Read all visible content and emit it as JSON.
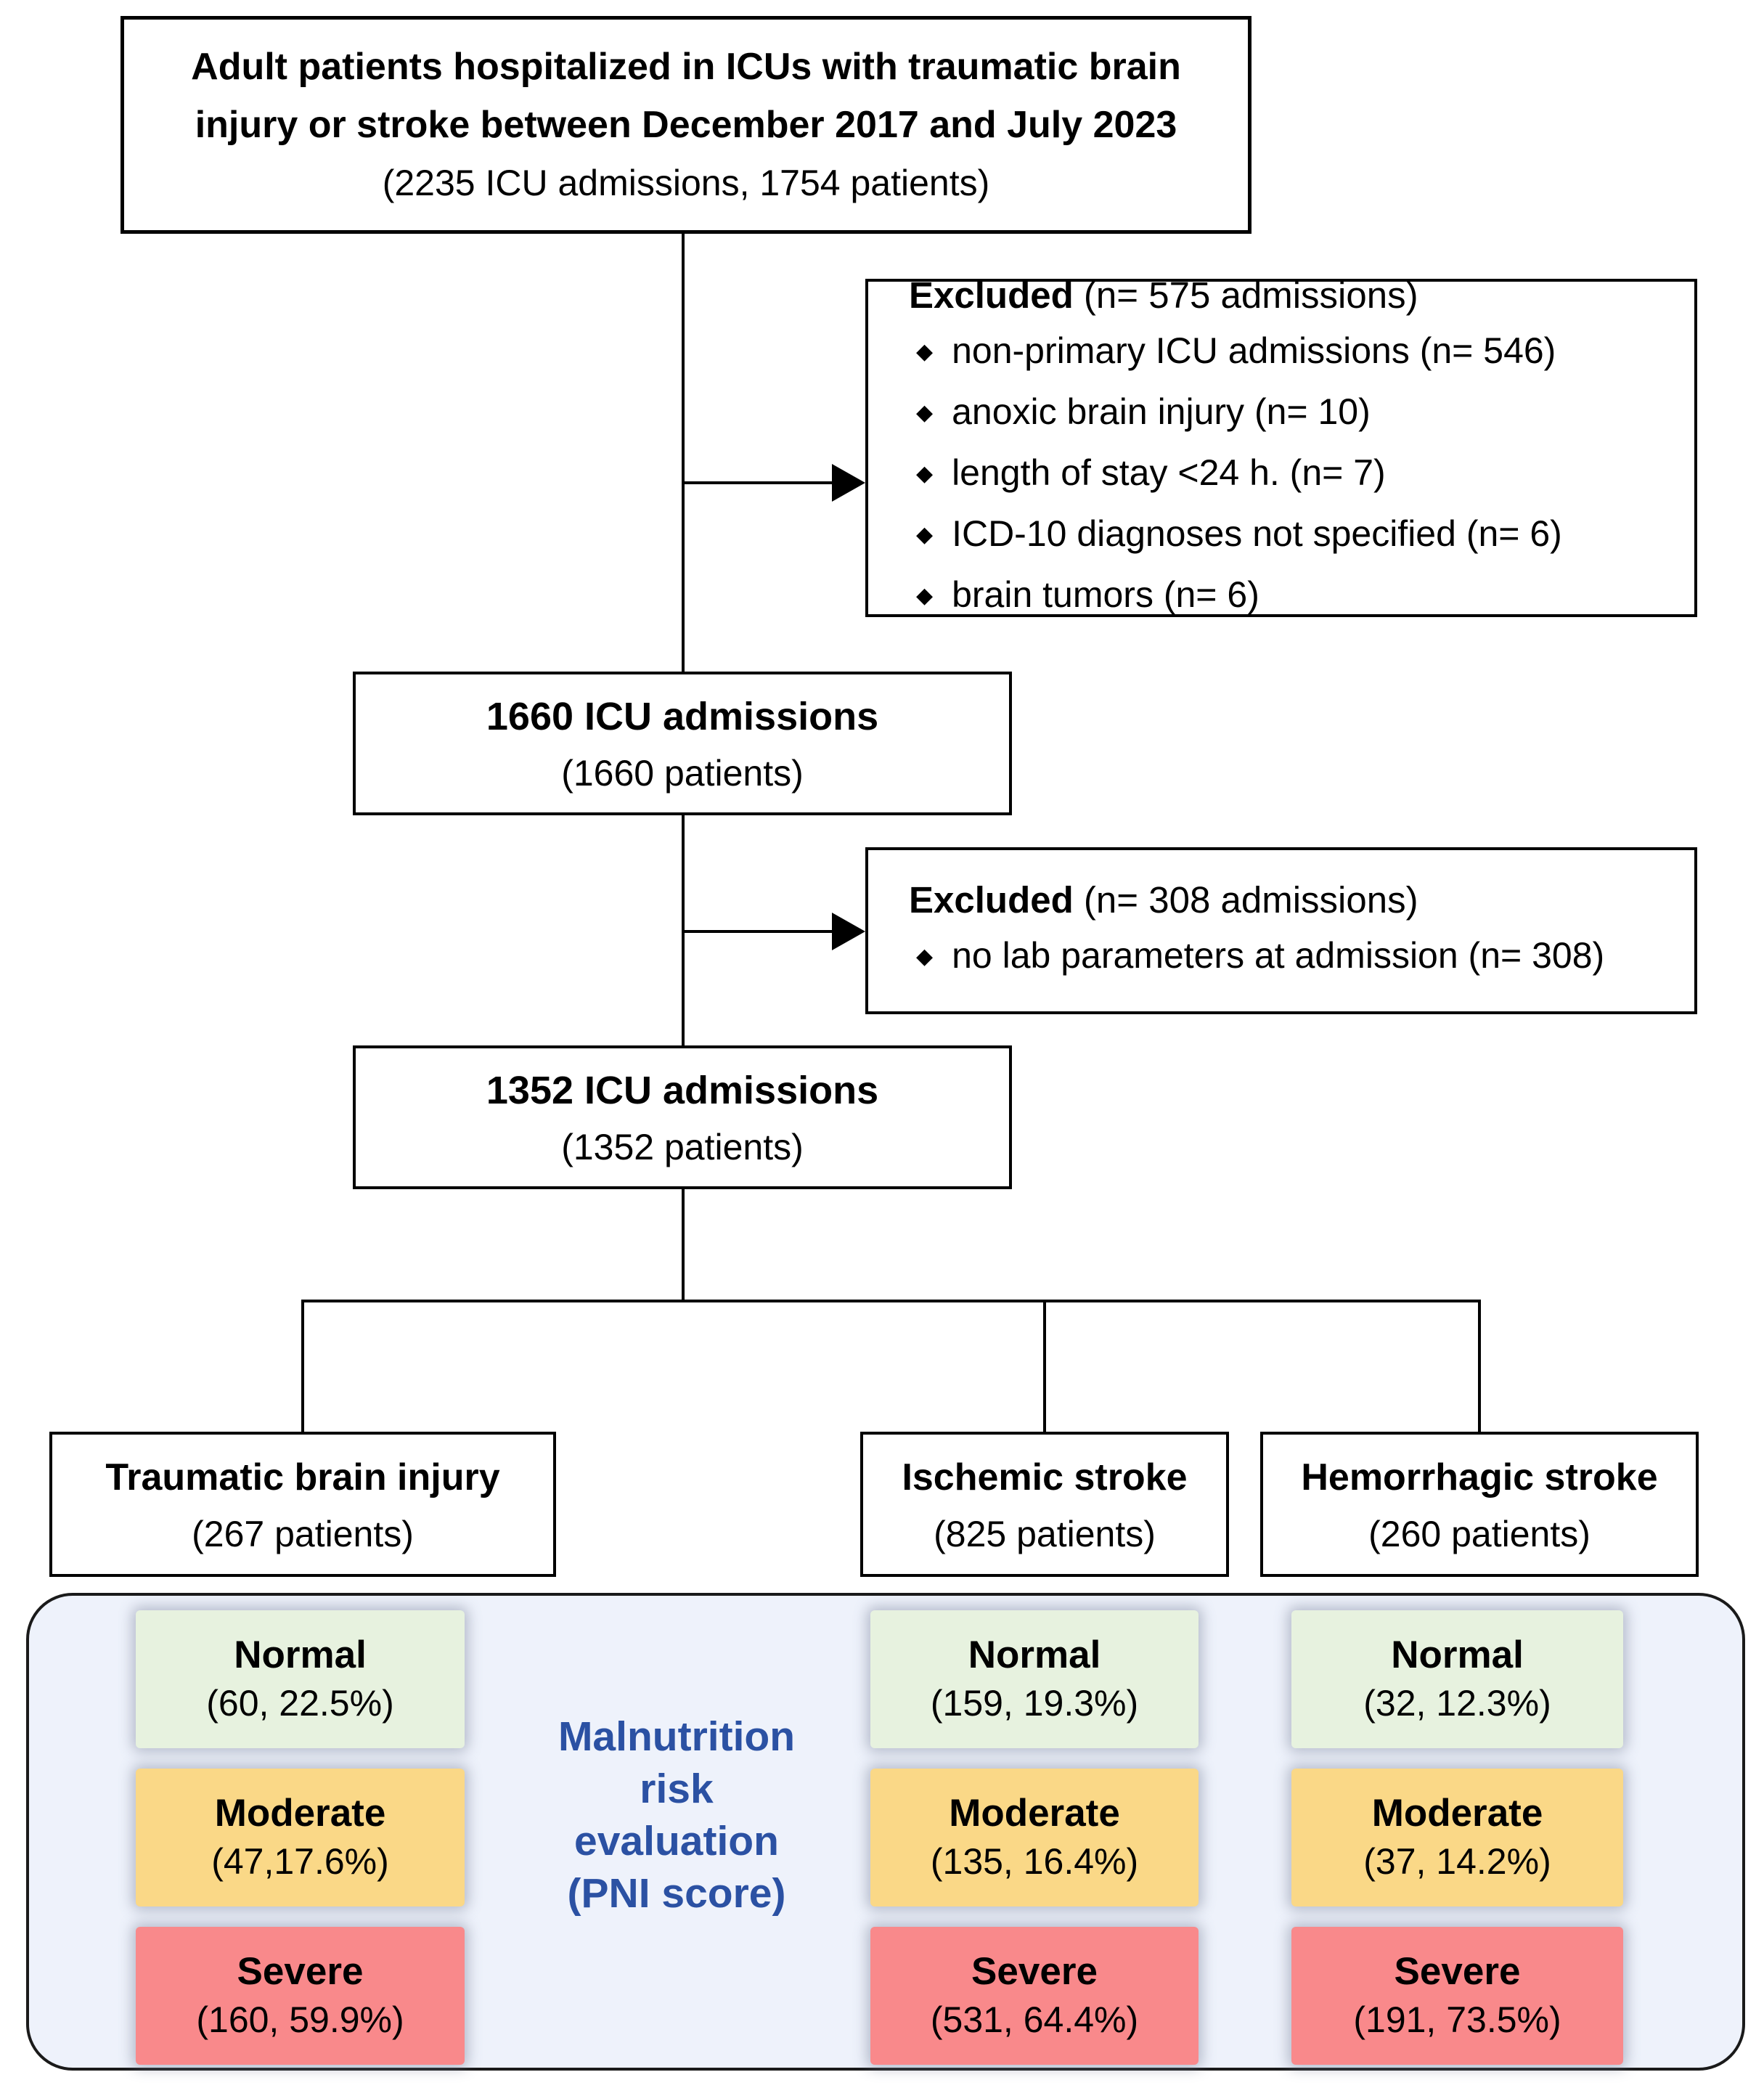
{
  "top_box": {
    "line1": "Adult patients hospitalized in ICUs with traumatic brain",
    "line2": "injury or stroke between December 2017 and July 2023",
    "line3": "(2235 ICU admissions, 1754 patients)"
  },
  "excluded_box_1": {
    "title_bold": "Excluded",
    "title_rest": " (n= 575 admissions)",
    "bullet_icon": "black-diamond",
    "bullets": [
      "non-primary ICU admissions (n= 546)",
      "anoxic brain injury (n= 10)",
      "length of stay <24 h. (n= 7)",
      "ICD-10 diagnoses not specified (n= 6)",
      "brain tumors (n= 6)"
    ]
  },
  "node_1660": {
    "title": "1660 ICU admissions",
    "subtitle": "(1660 patients)"
  },
  "excluded_box_2": {
    "title_bold": "Excluded",
    "title_rest": " (n= 308 admissions)",
    "bullet_icon": "black-diamond",
    "bullets": [
      "no lab parameters at admission (n= 308)"
    ]
  },
  "node_1352": {
    "title": "1352 ICU admissions",
    "subtitle": "(1352 patients)"
  },
  "branches": [
    {
      "title": "Traumatic brain injury",
      "subtitle": "(267 patients)"
    },
    {
      "title": "Ischemic stroke",
      "subtitle": "(825 patients)"
    },
    {
      "title": "Hemorrhagic stroke",
      "subtitle": "(260 patients)"
    }
  ],
  "risk_panel": {
    "label_lines": [
      "Malnutrition",
      "risk",
      "evaluation",
      "(PNI score)"
    ],
    "label_color": "#2B51A3",
    "background": "#EEF2FB",
    "categories": [
      "Normal",
      "Moderate",
      "Severe"
    ],
    "colors": {
      "normal": "#E7F2DF",
      "moderate": "#FAD887",
      "severe": "#F9898B"
    },
    "columns": [
      {
        "branch": "Traumatic brain injury",
        "normal": "(60, 22.5%)",
        "moderate": "(47,17.6%)",
        "severe": "(160, 59.9%)"
      },
      {
        "branch": "Ischemic stroke",
        "normal": "(159, 19.3%)",
        "moderate": "(135, 16.4%)",
        "severe": "(531, 64.4%)"
      },
      {
        "branch": "Hemorrhagic stroke",
        "normal": "(32, 12.3%)",
        "moderate": "(37, 14.2%)",
        "severe": "(191, 73.5%)"
      }
    ]
  }
}
